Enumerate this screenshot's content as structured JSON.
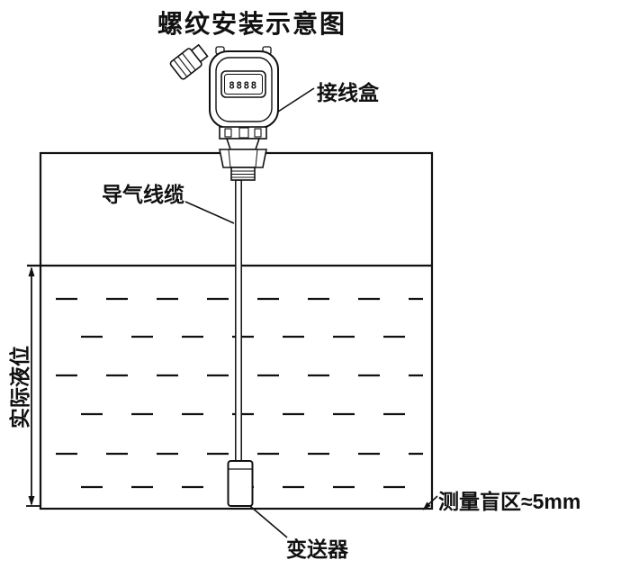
{
  "title": "螺纹安装示意图",
  "device": {
    "display_value": "8888"
  },
  "labels": {
    "junction_box": "接线盒",
    "air_cable": "导气线缆",
    "actual_level": "实际液位",
    "blind_zone": "测量盲区≈5mm",
    "transmitter": "变送器"
  },
  "colors": {
    "line": "#111111",
    "background": "#ffffff"
  }
}
